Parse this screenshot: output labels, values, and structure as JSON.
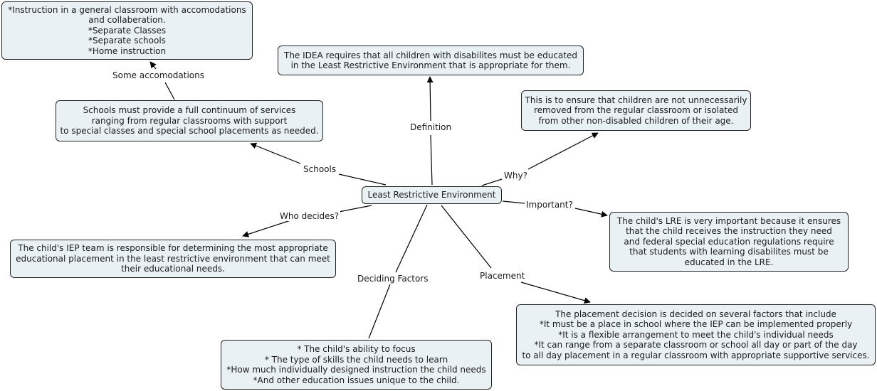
{
  "center": {
    "text": "Least Restrictive Environment"
  },
  "nodes": {
    "accommodations": {
      "lines": [
        "*Instruction in a general classroom with accomodations",
        "and collaberation.",
        "*Separate Classes",
        "*Separate schools",
        "*Home instruction"
      ]
    },
    "idea": {
      "lines": [
        "The IDEA requires that all children with disabilites must be educated",
        "in the Least Restrictive Environment that is appropriate for them."
      ]
    },
    "why": {
      "lines": [
        "This is to ensure that children are not unnecessarily",
        "removed from the regular classroom or isolated",
        "from other non-disabled children of their age."
      ]
    },
    "schools": {
      "lines": [
        "Schools must provide a full continuum of services",
        "ranging from regular classrooms with support",
        "to special classes and special school placements as needed."
      ]
    },
    "important": {
      "lines": [
        "The child's LRE is very important because it ensures",
        "that the child receives the instruction they need",
        "and federal special education regulations require",
        "that students with learning disabilites must be",
        "educated in the LRE."
      ]
    },
    "iep": {
      "lines": [
        "The child's IEP team is responsible for determining the most appropriate",
        "educational placement in the least restrictive environment that can meet",
        "their educational needs."
      ]
    },
    "placement": {
      "lines": [
        "The placement decision is decided on several factors that include",
        "*It must be a place in school where the IEP can be implemented properly",
        "*It is a flexible arrangement to meet the child's individual needs",
        "*It can range from a separate classroom or school all day or part of the day",
        "to all day placement in a regular classroom with appropriate supportive services."
      ]
    },
    "factors": {
      "lines": [
        "* The child's ability to focus",
        "* The type of skills the child needs to learn",
        "*How much individually designed instruction the child needs",
        "*And other education issues unique to the child."
      ]
    }
  },
  "link_labels": {
    "some_accommodations": "Some accomodations",
    "definition": "Definition",
    "why": "Why?",
    "schools": "Schools",
    "important": "Important?",
    "who_decides": "Who decides?",
    "deciding_factors": "Deciding Factors",
    "placement": "Placement"
  }
}
